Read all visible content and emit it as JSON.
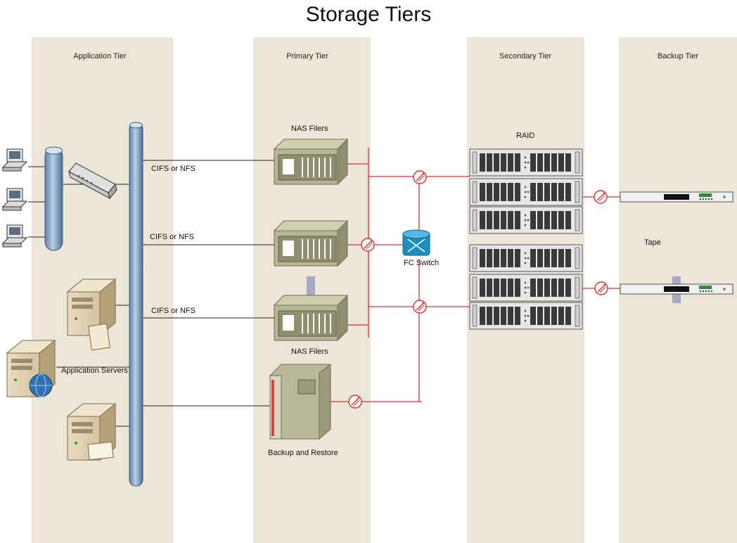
{
  "title": "Storage Tiers",
  "tiers": {
    "application": "Application Tier",
    "primary": "Primary Tier",
    "secondary": "Secondary Tier",
    "backup": "Backup Tier"
  },
  "labels": {
    "nas_filers_top": "NAS Filers",
    "nas_filers_bottom": "NAS Filers",
    "cifs_1": "CIFS or NFS",
    "cifs_2": "CIFS or NFS",
    "cifs_3": "CIFS or NFS",
    "application_servers": "Application Servers",
    "backup_restore": "Backup and Restore",
    "fc_switch": "FC Switch",
    "raid": "RAID",
    "tape": "Tape"
  },
  "colors": {
    "tier_band": "#ece6d8",
    "fibre_link": "#e03030",
    "ethernet_link": "#222222",
    "backbone": "#8fb0d0",
    "filer_body": "#a9a98a",
    "switch": "#1a8fc0"
  }
}
